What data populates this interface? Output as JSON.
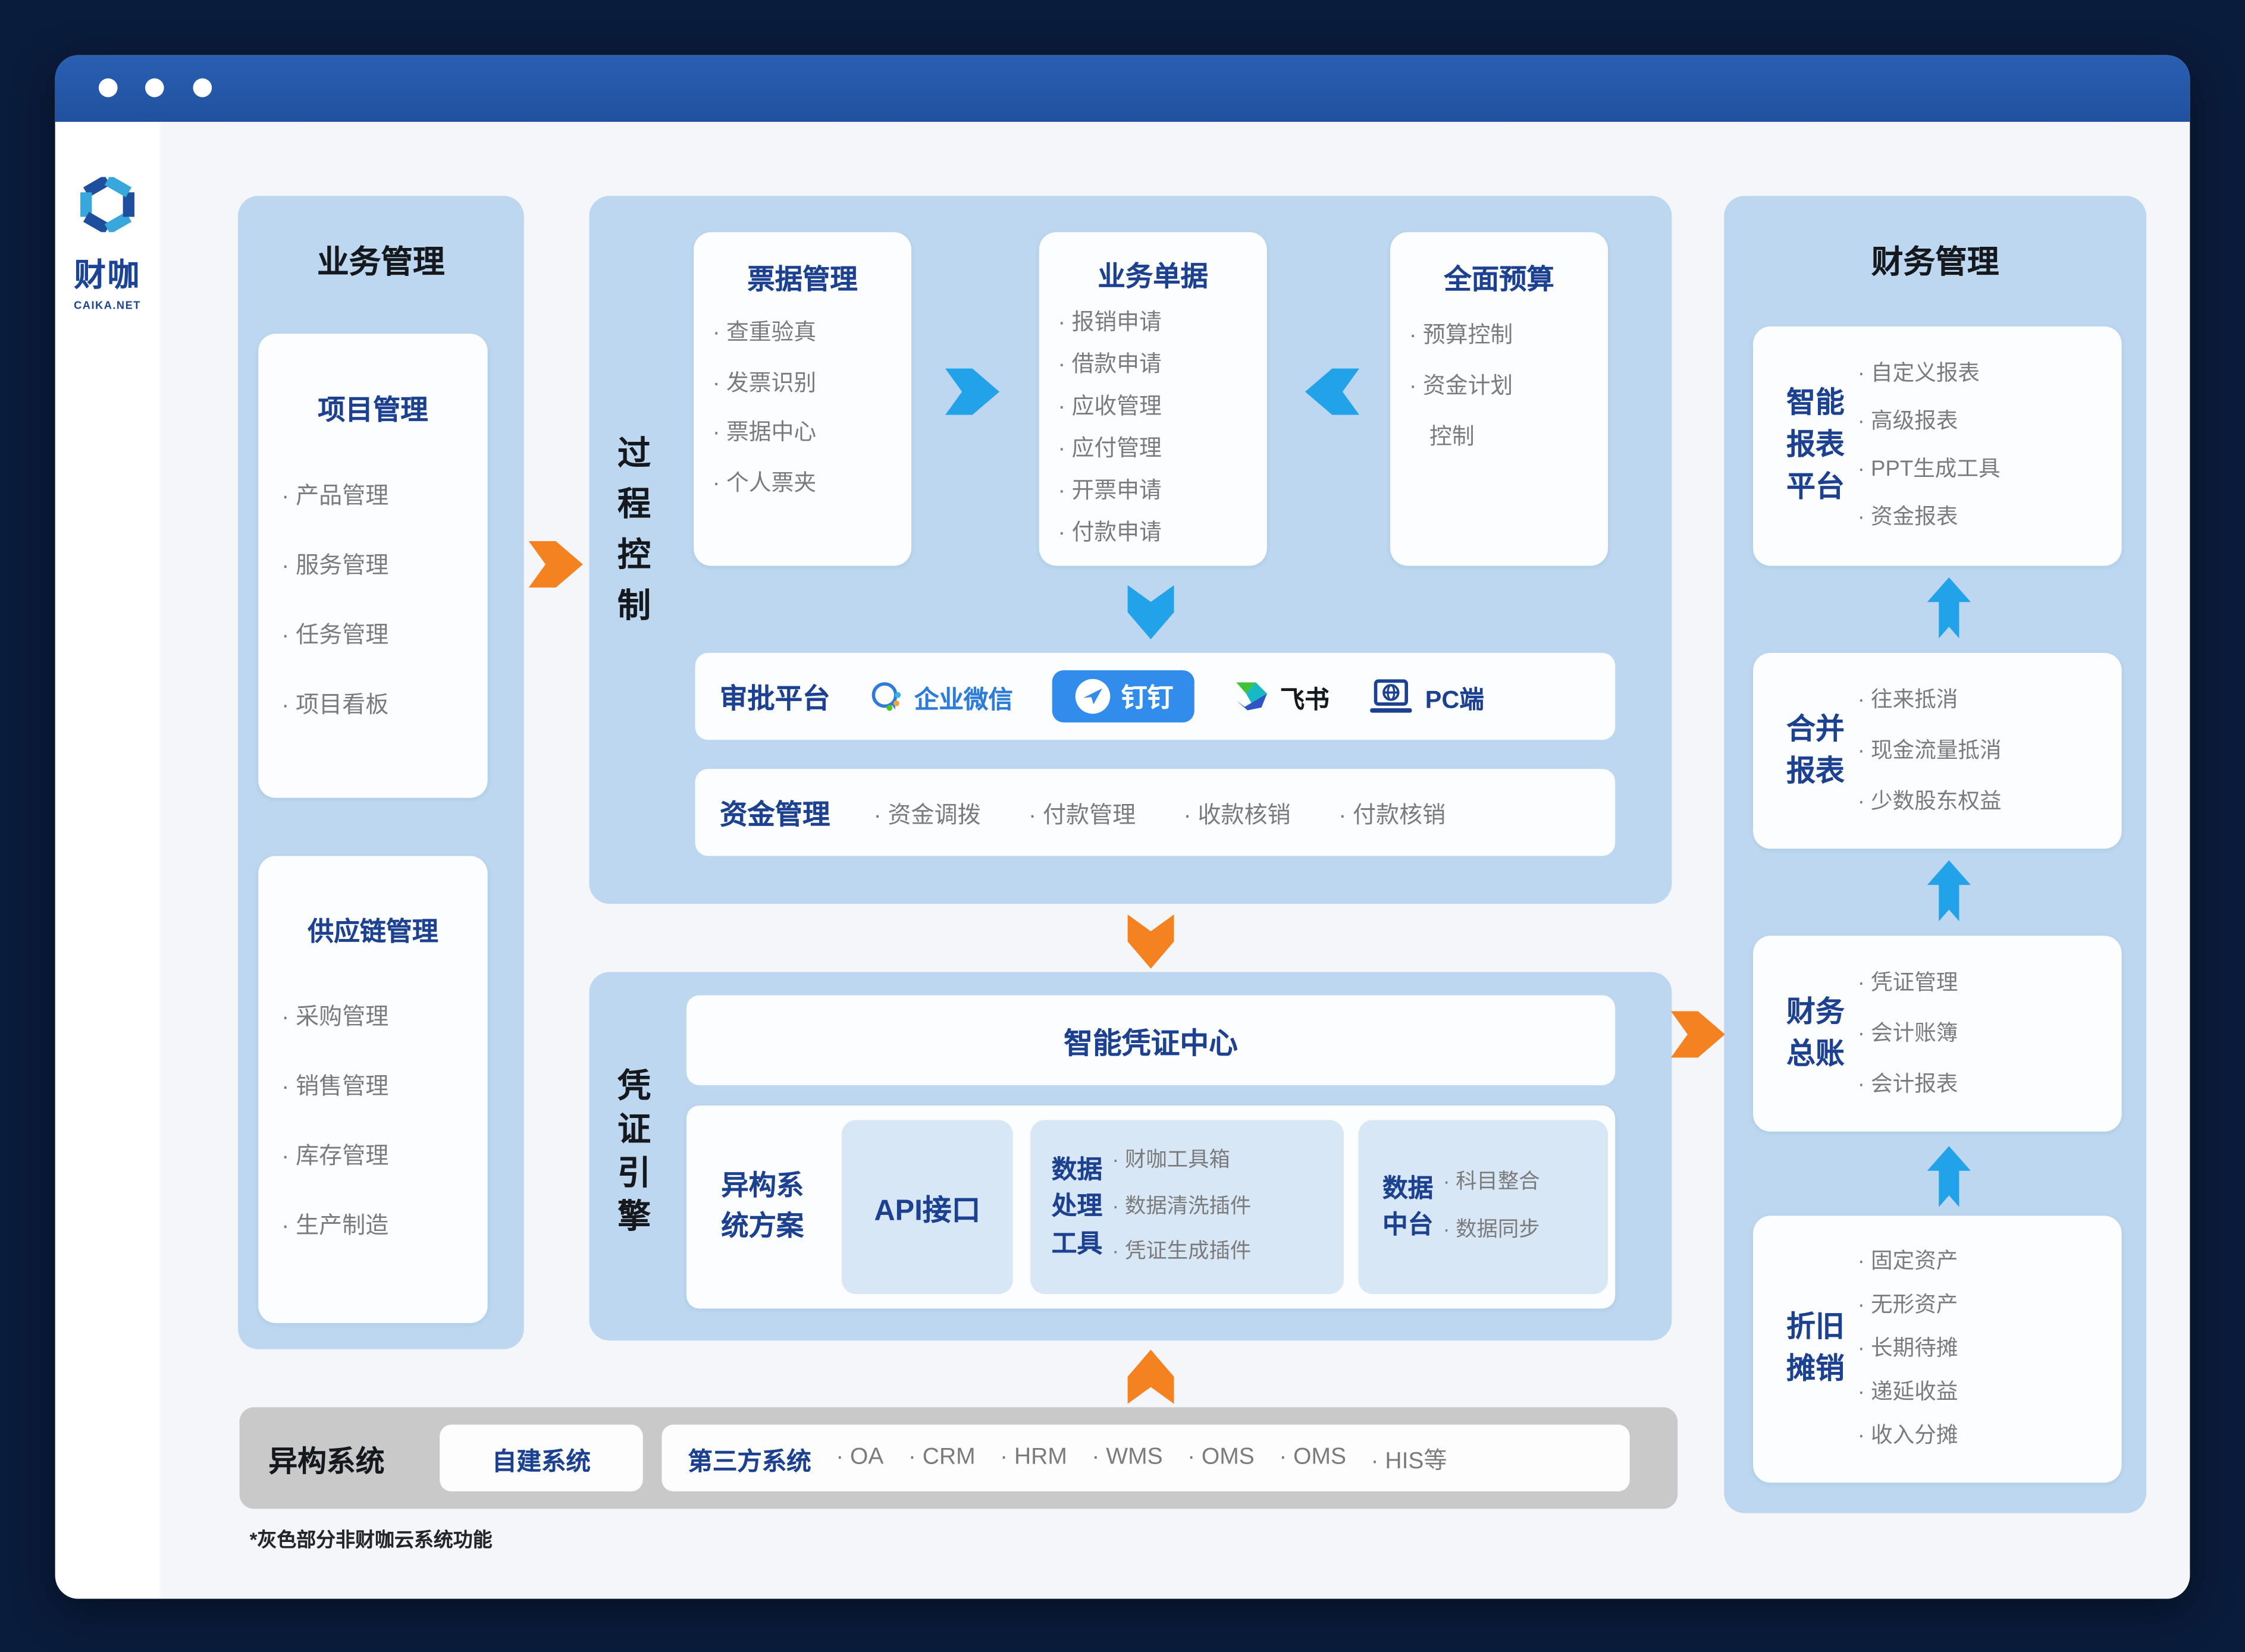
{
  "logo": {
    "brand": "财咖",
    "domain": "CAIKA.NET"
  },
  "business": {
    "title": "业务管理",
    "project": {
      "title": "项目管理",
      "items": [
        "· 产品管理",
        "· 服务管理",
        "· 任务管理",
        "· 项目看板"
      ]
    },
    "supply": {
      "title": "供应链管理",
      "items": [
        "· 采购管理",
        "· 销售管理",
        "· 库存管理",
        "· 生产制造"
      ]
    }
  },
  "process": {
    "label": "过程控制",
    "bills": {
      "title": "票据管理",
      "items": [
        "· 查重验真",
        "· 发票识别",
        "· 票据中心",
        "· 个人票夹"
      ]
    },
    "docs": {
      "title": "业务单据",
      "items": [
        "· 报销申请",
        "· 借款申请",
        "· 应收管理",
        "· 应付管理",
        "· 开票申请",
        "· 付款申请"
      ]
    },
    "budget": {
      "title": "全面预算",
      "items": [
        "· 预算控制",
        "· 资金计划",
        "控制"
      ]
    },
    "approval": {
      "label": "审批平台",
      "wecom": "企业微信",
      "dingtalk": "钉钉",
      "feishu": "飞书",
      "pc": "PC端"
    },
    "funds": {
      "label": "资金管理",
      "items": [
        "· 资金调拨",
        "· 付款管理",
        "· 收款核销",
        "· 付款核销"
      ]
    }
  },
  "voucher": {
    "label": "凭证引擎",
    "center": "智能凭证中心",
    "hetero": "异构系统方案",
    "api": "API接口",
    "tools": {
      "label": "数据处理工具",
      "items": [
        "· 财咖工具箱",
        "· 数据清洗插件",
        "· 凭证生成插件"
      ]
    },
    "platform": {
      "label": "数据中台",
      "items": [
        "· 科目整合",
        "· 数据同步"
      ]
    }
  },
  "hetero_bar": {
    "title": "异构系统",
    "self_built": "自建系统",
    "third_party": "第三方系统",
    "third_items": [
      "· OA",
      "· CRM",
      "· HRM",
      "· WMS",
      "· OMS",
      "· OMS",
      "· HIS等"
    ]
  },
  "finance": {
    "title": "财务管理",
    "report": {
      "label": "智能报表平台",
      "items": [
        "· 自定义报表",
        "· 高级报表",
        "· PPT生成工具",
        "· 资金报表"
      ]
    },
    "merge": {
      "label": "合并报表",
      "items": [
        "· 往来抵消",
        "· 现金流量抵消",
        "· 少数股东权益"
      ]
    },
    "ledger": {
      "label": "财务总账",
      "items": [
        "· 凭证管理",
        "· 会计账簿",
        "· 会计报表"
      ]
    },
    "depreciation": {
      "label": "折旧摊销",
      "items": [
        "· 固定资产",
        "· 无形资产",
        "· 长期待摊",
        "· 递延收益",
        "· 收入分摊"
      ]
    }
  },
  "footnote": "*灰色部分非财咖云系统功能",
  "colors": {
    "accent_orange": "#f58220",
    "accent_blue": "#22a2e9",
    "navy_text": "#1d4191",
    "container_blue": "#bcd7ef",
    "inner_blue": "#d8e7f6",
    "titlebar_blue": "#2456a7",
    "dingtalk_blue": "#318ceb",
    "gray_bar": "#c9c9c9"
  }
}
